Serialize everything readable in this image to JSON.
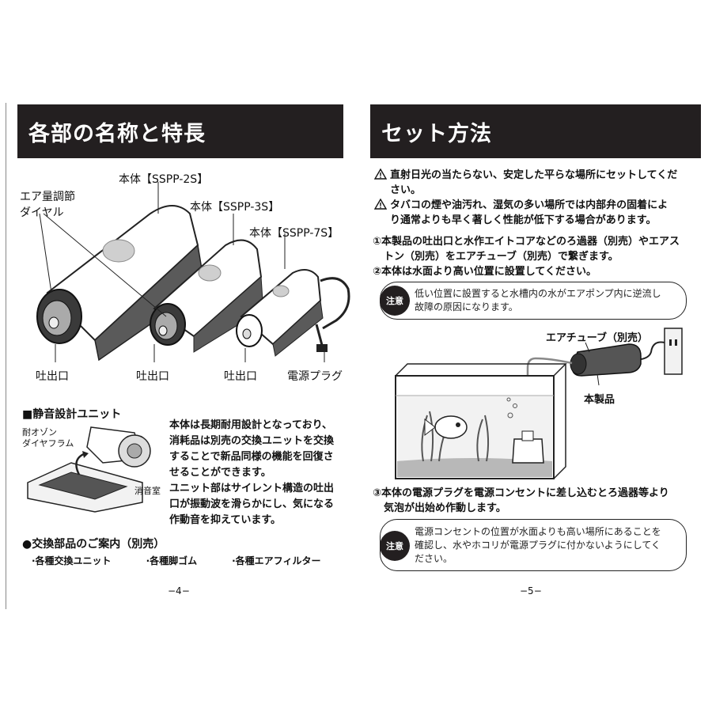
{
  "left": {
    "title": "各部の名称と特長",
    "labels": {
      "body_2s": "本体【SSPP-2S】",
      "body_3s": "本体【SSPP-3S】",
      "body_7s": "本体【SSPP-7S】",
      "dial_line1": "エア量調節",
      "dial_line2": "ダイヤル",
      "outlet1": "吐出口",
      "outlet2": "吐出口",
      "outlet3": "吐出口",
      "plug": "電源プラグ"
    },
    "silent": {
      "title": "■静音設計ユニット",
      "diaphragm_line1": "耐オゾン",
      "diaphragm_line2": "ダイヤフラム",
      "chamber": "消音室",
      "text": [
        "本体は長期耐用設計となっており、",
        "消耗品は別売の交換ユニットを交換",
        "することで新品同様の機能を回復さ",
        "せることができます。",
        "ユニット部はサイレント構造の吐出",
        "口が振動波を滑らかにし、気になる",
        "作動音を抑えています。"
      ]
    },
    "parts": {
      "title": "●交換部品のご案内（別売）",
      "items": [
        "·各種交換ユニット",
        "·各種脚ゴム",
        "·各種エアフィルター"
      ]
    },
    "page_number": "−4−"
  },
  "right": {
    "title": "セット方法",
    "warnings": [
      [
        "直射日光の当たらない、安定した平らな場所にセットしてくだ",
        "さい。"
      ],
      [
        "タバコの煙や油汚れ、湿気の多い場所では内部弁の固着によ",
        "り通常よりも早く著しく性能が低下する場合があります。"
      ]
    ],
    "steps": {
      "step1_line1": "①本製品の吐出口と水作エイトコアなどのろ過器（別売）やエアス",
      "step1_line2": "トン（別売）をエアチューブ（別売）で繋ぎます。",
      "step2": "②本体は水面より高い位置に設置してください。",
      "step3_line1": "③本体の電源プラグを電源コンセントに差し込むとろ過器等より",
      "step3_line2": "気泡が出始め作動します。"
    },
    "notice1": {
      "badge": "注意",
      "line1": "低い位置に設置すると水槽内の水がエアポンプ内に逆流し",
      "line2": "故障の原因になります。"
    },
    "diagram": {
      "tube_label": "エアチューブ（別売）",
      "product_label": "本製品"
    },
    "notice2": {
      "badge": "注意",
      "line1": "電源コンセントの位置が水面よりも高い場所にあることを",
      "line2": "確認し、水やホコリが電源プラグに付かないようにしてく",
      "line3": "ださい。"
    },
    "page_number": "−5−"
  }
}
